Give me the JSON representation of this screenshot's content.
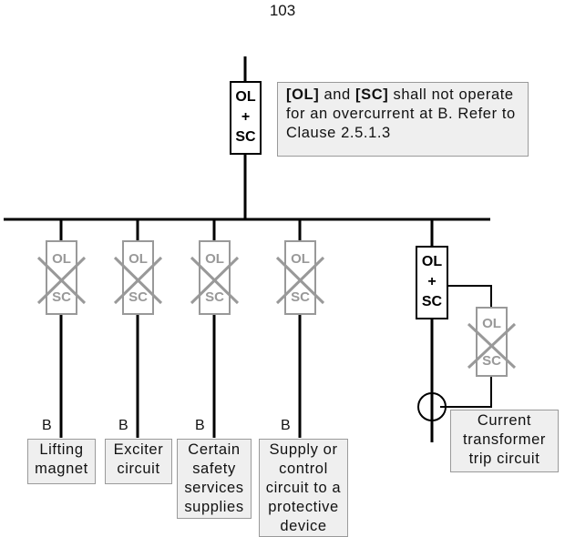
{
  "page_number": "103",
  "top_device": {
    "line1": "OL",
    "line2": "+",
    "line3": "SC"
  },
  "note": {
    "bold1": "[OL]",
    "text1": " and ",
    "bold2": "[SC]",
    "text2": " shall not operate for an overcurrent at B. Refer to Clause 2.5.1.3"
  },
  "crossed_device": {
    "top": "OL",
    "bottom": "SC"
  },
  "point_label": "B",
  "branches": [
    {
      "label": "Lifting magnet"
    },
    {
      "label": "Exciter circuit"
    },
    {
      "label": "Certain safety services supplies"
    },
    {
      "label": "Supply or control circuit to a protective device"
    }
  ],
  "right_device": {
    "line1": "OL",
    "line2": "+",
    "line3": "SC"
  },
  "ct_label": "Current transformer trip circuit"
}
